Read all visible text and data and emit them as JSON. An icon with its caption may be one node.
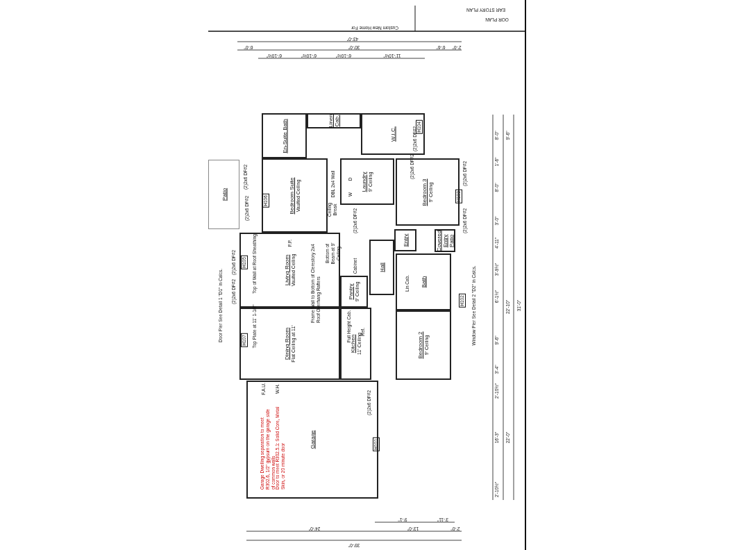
{
  "diagram": {
    "nodes": [
      {
        "text": [
          "Patio"
        ]
      },
      {
        "text": [
          "Bedroom Suite",
          "Vaulted Ceiling"
        ]
      },
      {
        "text": [
          "En-Suite Bath"
        ]
      },
      {
        "text": [
          "Linen Cab."
        ]
      },
      {
        "text": [
          "W.I.C."
        ]
      },
      {
        "text": [
          "Laundry",
          "9' Ceiling"
        ]
      },
      {
        "text": [
          "Bedroom 3",
          "9' Ceiling"
        ]
      },
      {
        "text": [
          "Living Room",
          "Vaulted Ceiling"
        ]
      },
      {
        "text": [
          "Dining Room",
          "Flat Ceiling at 11'"
        ]
      },
      {
        "text": [
          "Kitchen",
          "11' Ceiling"
        ]
      },
      {
        "text": [
          "Pantry",
          "9' Ceiling"
        ]
      },
      {
        "text": [
          "Hall"
        ]
      },
      {
        "text": [
          "Entry"
        ]
      },
      {
        "text": [
          "Covered Entry Patio"
        ]
      },
      {
        "text": [
          "Bath"
        ]
      },
      {
        "text": [
          "Bedroom 2",
          "9' Ceiling"
        ]
      },
      {
        "text": [
          "Garage"
        ]
      }
    ],
    "labels": [
      "EAR STORY PLAN",
      "OOR PLAN",
      "Custom New Home For",
      "43'-0\"",
      "6'-0\"",
      "30'-0\"",
      "6'-6\"",
      "2'-0\"",
      "6'-10½\"",
      "6'-10½\"",
      "6'-10½\"",
      "11'-10½\"",
      "8'-0\"",
      "9'-6\"",
      "1'-6\"",
      "8'-0\"",
      "3'-0\"",
      "4'-11\"",
      "3'-9½\"",
      "6'-1½\"",
      "22'-10\"",
      "31'-0\"",
      "9'-6\"",
      "3'-4\"",
      "2'-10½\"",
      "16'-3\"",
      "22'-0\"",
      "2'-10½\"",
      "9'-1\"",
      "3'-11\"",
      "24'-0\"",
      "13'-0\"",
      "2'-0\"",
      "39'-0\"",
      "Top of Wall at Roof Sheathing",
      "Frame Wall to Bottom of Clerestory 2x4 Roof Overhang Rafters",
      "Top Plate at 11' 1-1/8\"",
      "Bottom of Beam at 9' Ceiling",
      "Ceiling Break",
      "Full Height Cab.",
      "Ref.",
      "Cabinet",
      "Lin Cab.",
      "F.A.U.",
      "W.H.",
      "F.P.",
      "W",
      "D",
      "DBL 2x4 Wall",
      "Door Pier See Detail 1 \"D1\" in Calcs.",
      "Window Pier See Detail 2 \"D2\" in Calcs.",
      "Garage Dwelling separation to meet R302.6, 1/2\" gypsum on the garage side of common walls",
      "Door to meet R302.5.1: Solid Core, Metal Skin, or 20 minute door",
      "H104",
      "H106",
      "H103",
      "H105",
      "H102",
      "H107",
      "H101",
      "(2)2x6 DF#2",
      "(2)2x6 DF#2",
      "(2)2x6 DF#2",
      "(2)2x6 DF#2",
      "(2)2x6 DF#2",
      "(2)2x6 DF#2",
      "(2)2x6 DF#2",
      "(2)2x6 DF#2",
      "(2)2x6 DF#2",
      "(2)2x6 DF#2"
    ]
  }
}
